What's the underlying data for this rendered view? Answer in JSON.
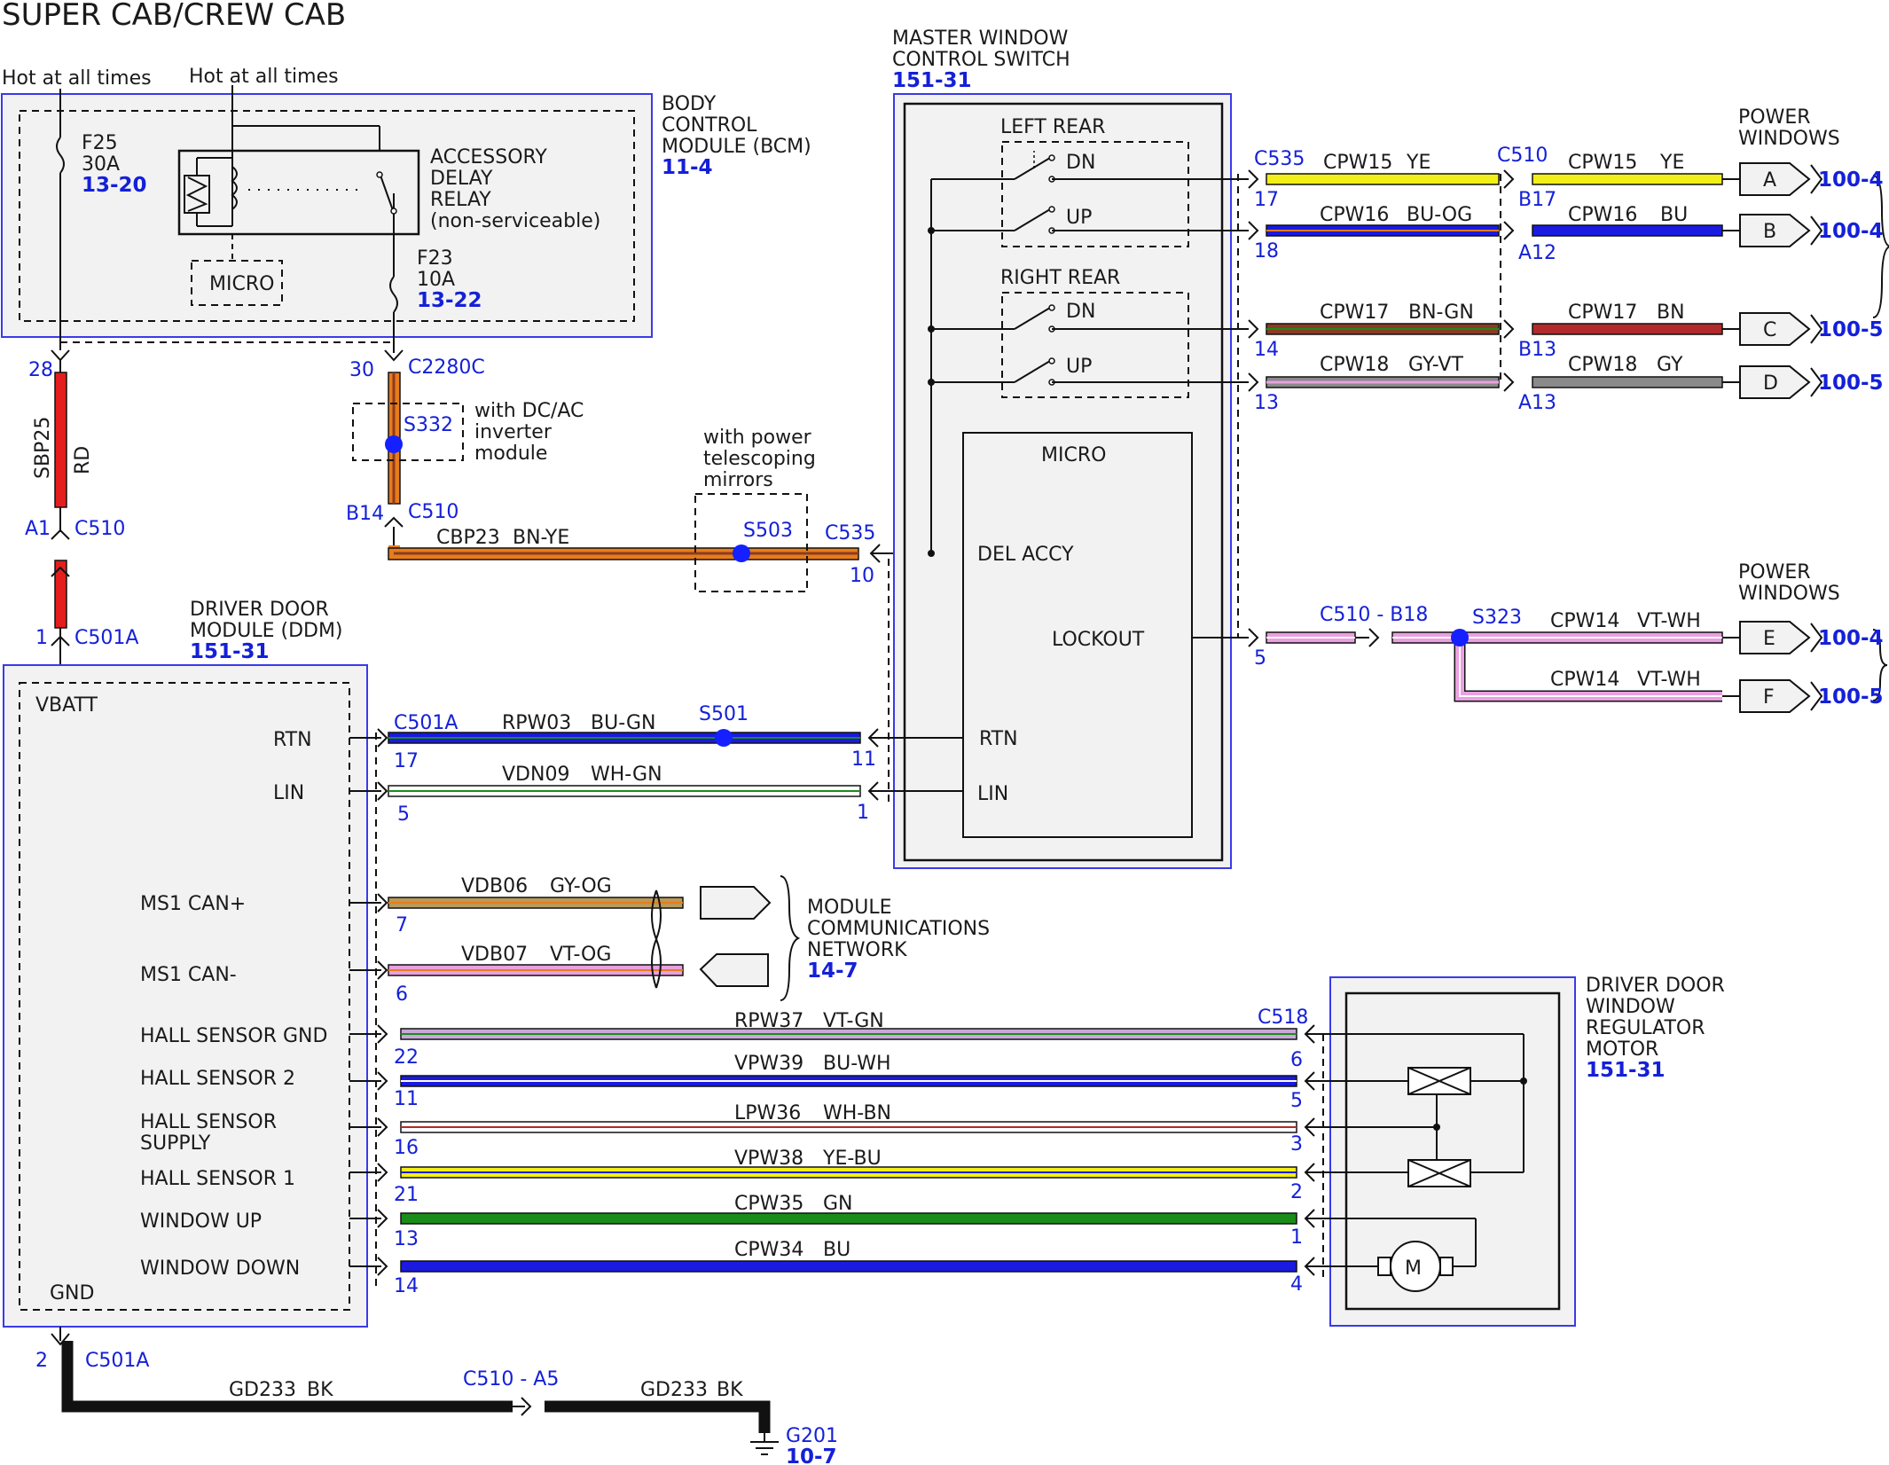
{
  "title": "SUPER CAB/CREW CAB",
  "top_labels": {
    "hot1": "Hot at all times",
    "hot2": "Hot at all times"
  },
  "bcm": {
    "name_lines": [
      "BODY",
      "CONTROL",
      "MODULE (BCM)"
    ],
    "ref": "11-4",
    "fuse1": {
      "name": "F25",
      "rating": "30A",
      "ref": "13-20"
    },
    "fuse2": {
      "name": "F23",
      "rating": "10A",
      "ref": "13-22"
    },
    "relay_lines": [
      "ACCESSORY",
      "DELAY",
      "RELAY",
      "(non-serviceable)"
    ],
    "micro": "MICRO"
  },
  "mwcs": {
    "name_lines": [
      "MASTER WINDOW",
      "CONTROL SWITCH"
    ],
    "ref": "151-31",
    "left_rear": "LEFT REAR",
    "right_rear": "RIGHT REAR",
    "dn": "DN",
    "up": "UP",
    "micro": "MICRO",
    "del_accy": "DEL ACCY",
    "lockout": "LOCKOUT",
    "rtn": "RTN",
    "lin": "LIN"
  },
  "ddm": {
    "name_lines": [
      "DRIVER DOOR",
      "MODULE (DDM)"
    ],
    "ref": "151-31",
    "vbatt": "VBATT",
    "gnd": "GND",
    "pins": {
      "rtn": "RTN",
      "lin": "LIN",
      "can_plus": "MS1 CAN+",
      "can_minus": "MS1 CAN-",
      "hall_gnd": "HALL SENSOR GND",
      "hall2": "HALL SENSOR 2",
      "hall_supply_1": "HALL SENSOR",
      "hall_supply_2": "SUPPLY",
      "hall1": "HALL SENSOR 1",
      "win_up": "WINDOW UP",
      "win_down": "WINDOW DOWN"
    }
  },
  "motor": {
    "name_lines": [
      "DRIVER DOOR",
      "WINDOW",
      "REGULATOR",
      "MOTOR"
    ],
    "ref": "151-31",
    "m": "M"
  },
  "power_windows": {
    "line1": "POWER",
    "line2": "WINDOWS"
  },
  "mcn": {
    "lines": [
      "MODULE",
      "COMMUNICATIONS",
      "NETWORK"
    ],
    "ref": "14-7"
  },
  "notes": {
    "inverter": [
      "with DC/AC",
      "inverter",
      "module"
    ],
    "mirrors": [
      "with power",
      "telescoping",
      "mirrors"
    ]
  },
  "connectors": {
    "c2280c": "C2280C",
    "c510": "C510",
    "c501a": "C501A",
    "c535": "C535",
    "c518": "C518",
    "c510_a5": "C510 - A5",
    "c510_b18": "C510 - B18",
    "s332": "S332",
    "s503": "S503",
    "s501": "S501",
    "s323": "S323",
    "g201": "G201",
    "g201_ref": "10-7"
  },
  "pins": {
    "p28": "28",
    "p30": "30",
    "a1": "A1",
    "b14": "B14",
    "p1": "1",
    "p10": "10",
    "p17": "17",
    "p18": "18",
    "p14": "14",
    "p13": "13",
    "p5": "5",
    "b17": "B17",
    "a12": "A12",
    "b13": "B13",
    "a13": "A13",
    "d17": "17",
    "d5": "5",
    "d11": "11",
    "d1": "1",
    "d7": "7",
    "d6": "6",
    "d22": "22",
    "d11b": "11",
    "d16": "16",
    "d21": "21",
    "d13": "13",
    "d14": "14",
    "m6": "6",
    "m5": "5",
    "m3": "3",
    "m2": "2",
    "m1": "1",
    "m4": "4",
    "g2": "2"
  },
  "wires": {
    "sbp25": "SBP25",
    "rd": "RD",
    "cbp23": "CBP23",
    "bn_ye": "BN-YE",
    "cpw15a": "CPW15",
    "ye_a": "YE",
    "cpw15b": "CPW15",
    "ye_b": "YE",
    "cpw16a": "CPW16",
    "bu_og": "BU-OG",
    "cpw16b": "CPW16",
    "bu": "BU",
    "cpw17a": "CPW17",
    "bn_gn": "BN-GN",
    "cpw17b": "CPW17",
    "bn": "BN",
    "cpw18a": "CPW18",
    "gy_vt": "GY-VT",
    "cpw18b": "CPW18",
    "gy": "GY",
    "cpw14a": "CPW14",
    "vt_wh_a": "VT-WH",
    "cpw14b": "CPW14",
    "vt_wh_b": "VT-WH",
    "rpw03": "RPW03",
    "bu_gn": "BU-GN",
    "vdn09": "VDN09",
    "wh_gn": "WH-GN",
    "vdb06": "VDB06",
    "gy_og": "GY-OG",
    "vdb07": "VDB07",
    "vt_og": "VT-OG",
    "rpw37": "RPW37",
    "vt_gn": "VT-GN",
    "vpw39": "VPW39",
    "bu_wh": "BU-WH",
    "lpw36": "LPW36",
    "wh_bn": "WH-BN",
    "vpw38": "VPW38",
    "ye_bu": "YE-BU",
    "cpw35": "CPW35",
    "gn": "GN",
    "cpw34": "CPW34",
    "bu2": "BU",
    "gd233a": "GD233",
    "bk_a": "BK",
    "gd233b": "GD233",
    "bk_b": "BK"
  },
  "pw_letters": [
    "A",
    "B",
    "C",
    "D",
    "E",
    "F"
  ],
  "pw_refs": [
    "100-4",
    "100-4",
    "100-5",
    "100-5",
    "100-4",
    "100-5"
  ],
  "colors": {
    "red": "#e41e1e",
    "yellow": "#f2ee1a",
    "blue": "#1a1ae0",
    "brown": "#8c3b22",
    "orange": "#e87c1a",
    "pink": "#e9a0e0",
    "gray": "#8a8a8a",
    "green": "#1a8c1a",
    "black": "#111111",
    "violet": "#9a50c8",
    "white": "#ffffff",
    "tan": "#b89a5a",
    "darkred": "#b22a2a",
    "splice": "#1420ff"
  }
}
